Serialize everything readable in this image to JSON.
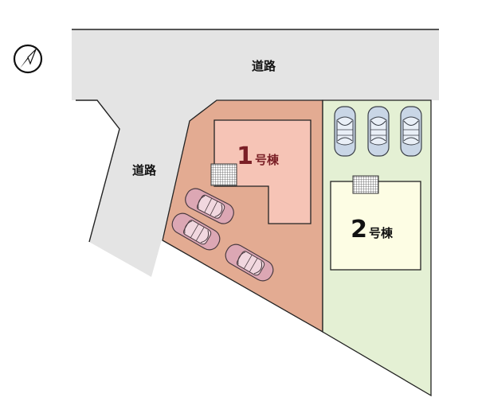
{
  "compass": {
    "icon": "north-arrow-icon"
  },
  "roads": {
    "top_label": "道路",
    "left_label": "道路",
    "fill": "#e4e4e4"
  },
  "lot1": {
    "number": "1",
    "suffix": "号棟",
    "label_color": "#7a1f26",
    "lot_fill": "#e3ab92",
    "house_fill": "#f6c4b6",
    "parking_spaces": 3,
    "car_color": "#dca7b4"
  },
  "lot2": {
    "number": "2",
    "suffix": "号棟",
    "label_color": "#111111",
    "lot_fill": "#e4f0d4",
    "house_fill": "#fdfde4",
    "parking_spaces": 3,
    "car_color": "#c9d6e6"
  }
}
